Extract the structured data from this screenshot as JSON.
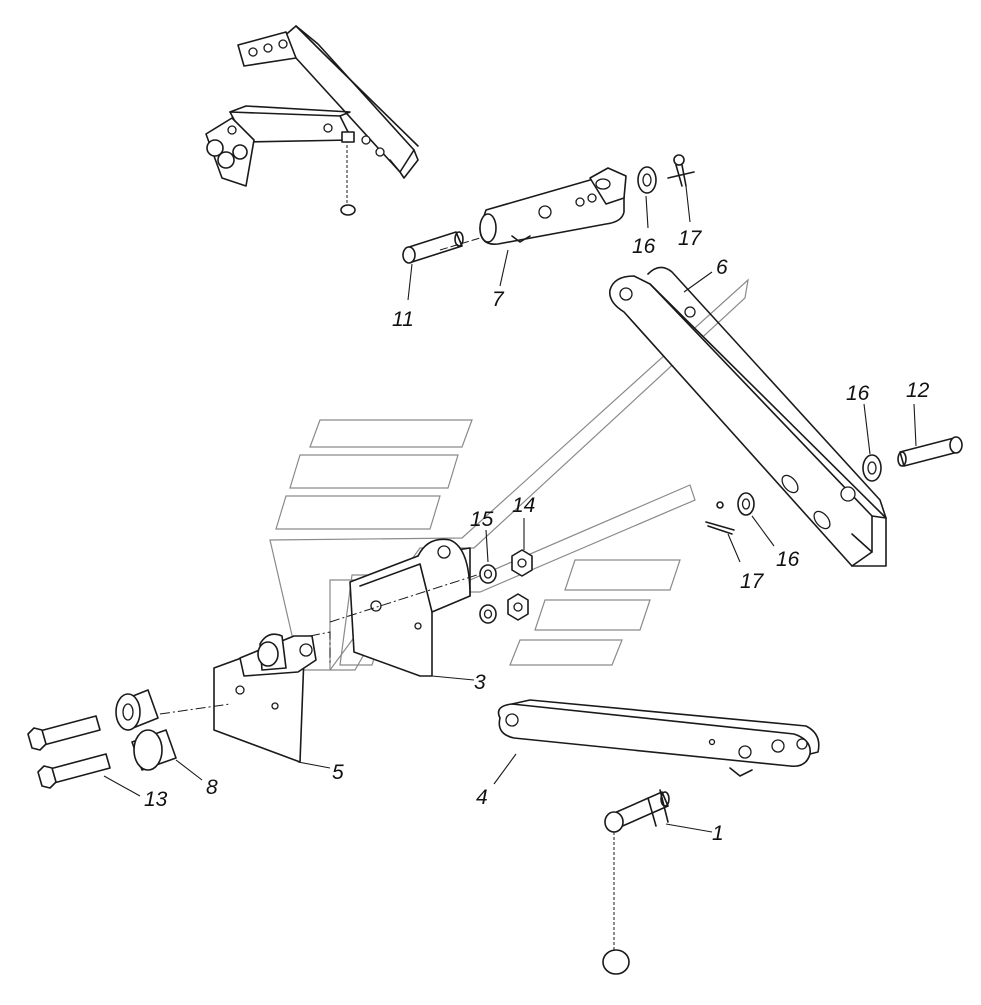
{
  "diagram": {
    "callouts": [
      {
        "id": "c1",
        "text": "1"
      },
      {
        "id": "c3",
        "text": "3"
      },
      {
        "id": "c4",
        "text": "4"
      },
      {
        "id": "c5",
        "text": "5"
      },
      {
        "id": "c6",
        "text": "6"
      },
      {
        "id": "c7",
        "text": "7"
      },
      {
        "id": "c8",
        "text": "8"
      },
      {
        "id": "c11",
        "text": "11"
      },
      {
        "id": "c12",
        "text": "12"
      },
      {
        "id": "c13",
        "text": "13"
      },
      {
        "id": "c14",
        "text": "14"
      },
      {
        "id": "c15",
        "text": "15"
      },
      {
        "id": "c16a",
        "text": "16"
      },
      {
        "id": "c16b",
        "text": "16"
      },
      {
        "id": "c16c",
        "text": "16"
      },
      {
        "id": "c17a",
        "text": "17"
      },
      {
        "id": "c17b",
        "text": "17"
      }
    ]
  }
}
